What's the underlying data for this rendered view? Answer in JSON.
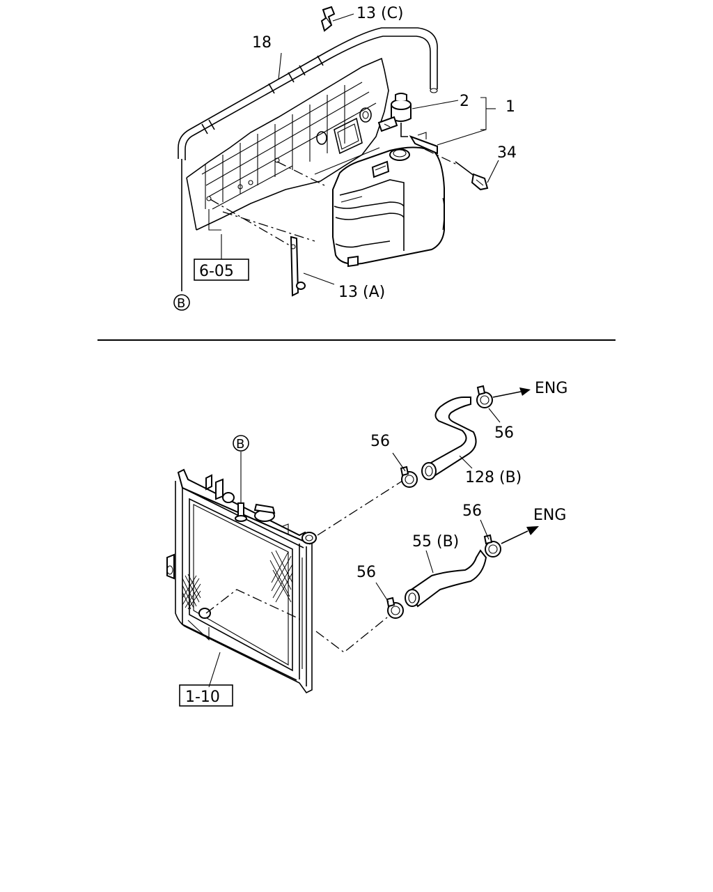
{
  "labels": {
    "clip_c": "13 (C)",
    "hose_18": "18",
    "cap_2": "2",
    "tank_1": "1",
    "bolt_34": "34",
    "ref_6_05": "6-05",
    "bracket_13a": "13 (A)",
    "marker_b_top": "B",
    "marker_b_bottom": "B",
    "clamp_56_top_right": "56",
    "clamp_56_upper_left": "56",
    "hose_128b": "128 (B)",
    "clamp_56_mid_right": "56",
    "hose_55b": "55 (B)",
    "clamp_56_lower_left": "56",
    "eng_top": "ENG",
    "eng_bottom": "ENG",
    "ref_1_10": "1-10"
  }
}
